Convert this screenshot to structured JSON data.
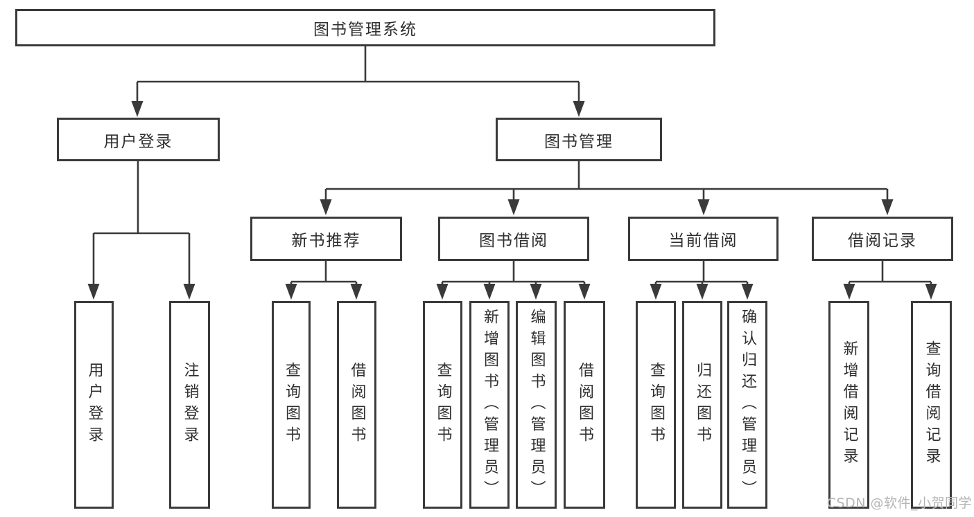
{
  "colors": {
    "line": "#3a3a3a",
    "text": "#2f2f2f",
    "background": "#ffffff",
    "watermark": "#b5b5b5"
  },
  "nodes": {
    "root": {
      "label": "图书管理系统"
    },
    "level2": [
      {
        "label": "用户登录"
      },
      {
        "label": "图书管理"
      }
    ],
    "level3": [
      {
        "label": "新书推荐"
      },
      {
        "label": "图书借阅"
      },
      {
        "label": "当前借阅"
      },
      {
        "label": "借阅记录"
      }
    ],
    "leaves": [
      {
        "label": "用户登录"
      },
      {
        "label": "注销登录"
      },
      {
        "label": "查询图书"
      },
      {
        "label": "借阅图书"
      },
      {
        "label": "查询图书"
      },
      {
        "label": "新增图书（管理员）"
      },
      {
        "label": "编辑图书（管理员）"
      },
      {
        "label": "借阅图书"
      },
      {
        "label": "查询图书"
      },
      {
        "label": "归还图书"
      },
      {
        "label": "确认归还（管理员）"
      },
      {
        "label": "新增借阅记录"
      },
      {
        "label": "查询借阅记录"
      }
    ]
  },
  "watermark": {
    "text": "CSDN @软件_小贺同学"
  }
}
